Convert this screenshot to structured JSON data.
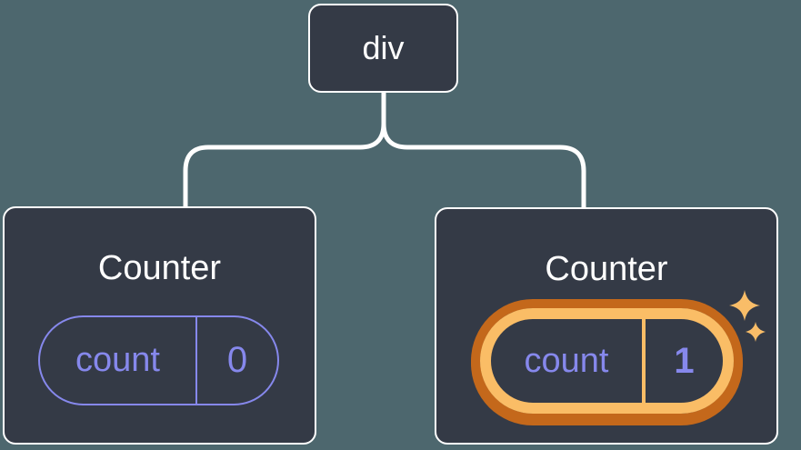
{
  "diagram": {
    "description": "React component tree: a div root with two Counter children, each holding a count state pill; the second Counter's state was just updated",
    "root_node": {
      "label": "div"
    },
    "nodes": [
      {
        "title": "Counter",
        "state": {
          "key": "count",
          "value": "0"
        },
        "highlighted": false
      },
      {
        "title": "Counter",
        "state": {
          "key": "count",
          "value": "1"
        },
        "highlighted": true
      }
    ]
  },
  "icons": {
    "sparkle_large": "four-point-star",
    "sparkle_small": "four-point-star"
  },
  "colors": {
    "background": "#4D676E",
    "node_fill": "#343A46",
    "node_border": "#FFFFFF",
    "connector": "#FFFFFF",
    "text_primary": "#FFFFFF",
    "state_accent": "#8688EC",
    "highlight_ring_inner": "#FABD66",
    "highlight_ring_outer": "#C4681B",
    "sparkle": "#F9BD68"
  }
}
